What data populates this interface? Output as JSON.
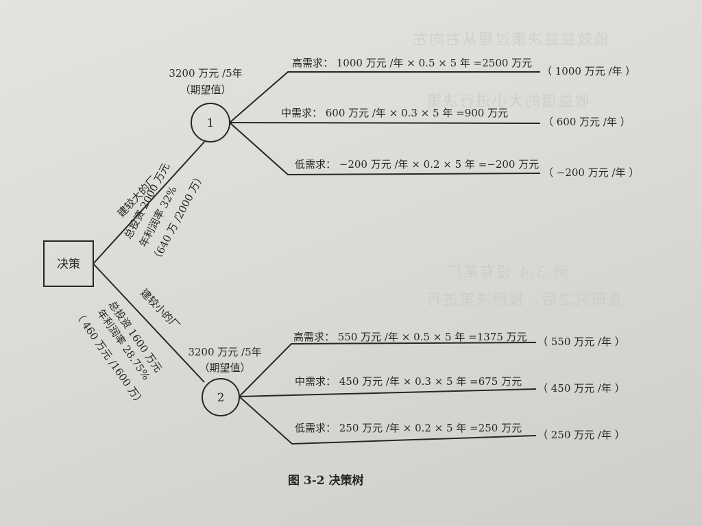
{
  "figure": {
    "caption": "图 3-2   决策树",
    "root": {
      "label": "决策"
    },
    "alternatives": [
      {
        "label": "建较大的厂",
        "detail": [
          "总投资 2000 万元",
          "年利润率 32%",
          "（640 万 /2000 万）"
        ],
        "node": "1",
        "expected_value": [
          "3200 万元 /5年",
          "（期望值）"
        ],
        "outcomes": [
          {
            "formula": "高需求：  1000 万元 /年  × 0.5 × 5 年 =2500 万元",
            "payoff": "（ 1000 万元 /年 ）"
          },
          {
            "formula": "中需求：  600 万元 /年  × 0.3 × 5 年 =900 万元",
            "payoff": "（ 600 万元 /年 ）"
          },
          {
            "formula": "低需求：  −200 万元 /年  × 0.2 × 5 年 =−200 万元",
            "payoff": "（ −200 万元 /年 ）"
          }
        ]
      },
      {
        "label": "建较小的厂",
        "detail": [
          "总投资 1600 万元",
          "年利润率 28.75%",
          "（ 460 万元 /1600 万）"
        ],
        "node": "2",
        "expected_value": [
          "3200 万元 /5年",
          "（期望值）"
        ],
        "outcomes": [
          {
            "formula": "高需求：  550 万元 /年  × 0.5 × 5 年 =1375 万元",
            "payoff": "（ 550 万元 /年 ）"
          },
          {
            "formula": "中需求：  450 万元 /年  × 0.3 × 5 年 =675 万元",
            "payoff": "（ 450 万元 /年 ）"
          },
          {
            "formula": "低需求：  250 万元 /年  × 0.2 × 5 年 =250 万元",
            "payoff": "（ 250 万元 /年 ）"
          }
        ]
      }
    ]
  },
  "colors": {
    "paper": "#dedcd8",
    "ink": "#262626"
  }
}
